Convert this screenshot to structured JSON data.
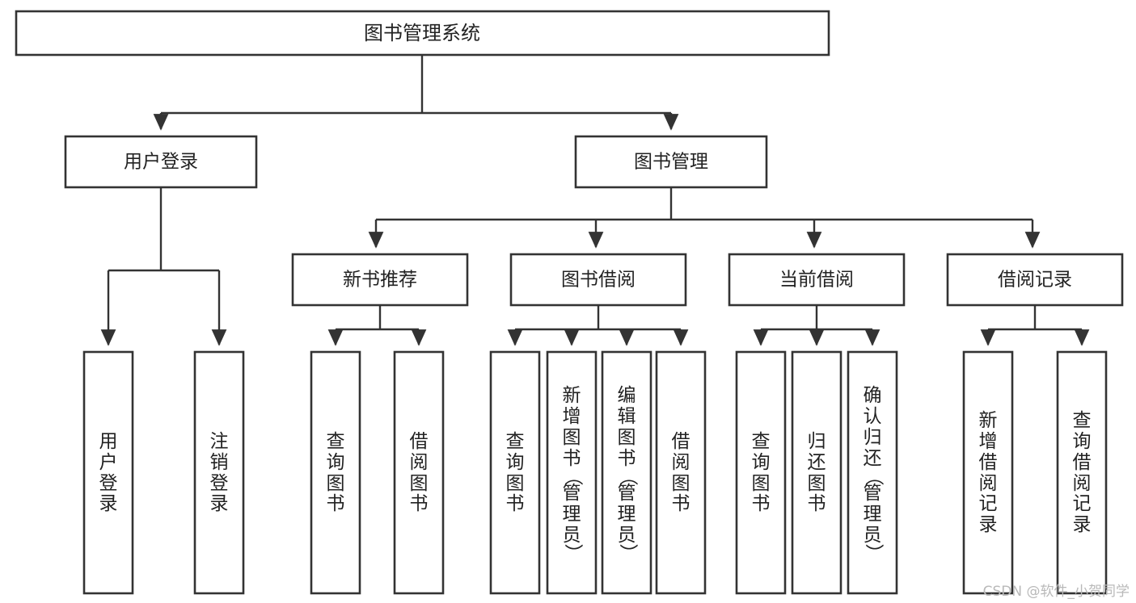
{
  "diagram": {
    "type": "tree-hierarchy-chart",
    "title": "图书管理系统",
    "watermark": "CSDN @软件_小贺同学",
    "colors": {
      "box_stroke": "#333333",
      "box_fill": "#ffffff",
      "text": "#222222",
      "connector": "#333333",
      "watermark": "#b9b9b9",
      "background": "#ffffff"
    },
    "levels": {
      "root": "图书管理系统",
      "level2": [
        "用户登录",
        "图书管理"
      ],
      "level3": [
        "新书推荐",
        "图书借阅",
        "当前借阅",
        "借阅记录"
      ]
    },
    "nodes": {
      "root": {
        "label": "图书管理系统",
        "orientation": "horizontal"
      },
      "user_login": {
        "label": "用户登录",
        "orientation": "horizontal"
      },
      "book_manage": {
        "label": "图书管理",
        "orientation": "horizontal"
      },
      "new_book_rec": {
        "label": "新书推荐",
        "orientation": "horizontal"
      },
      "book_borrow": {
        "label": "图书借阅",
        "orientation": "horizontal"
      },
      "current_borrow": {
        "label": "当前借阅",
        "orientation": "horizontal"
      },
      "borrow_record": {
        "label": "借阅记录",
        "orientation": "horizontal"
      },
      "leaf_user_login": {
        "label": "用户登录",
        "orientation": "vertical"
      },
      "leaf_logout": {
        "label": "注销登录",
        "orientation": "vertical"
      },
      "leaf_rec_query": {
        "label": "查询图书",
        "orientation": "vertical"
      },
      "leaf_rec_borrow": {
        "label": "借阅图书",
        "orientation": "vertical"
      },
      "leaf_borrow_query": {
        "label": "查询图书",
        "orientation": "vertical"
      },
      "leaf_borrow_add": {
        "label": "新增图书（管理员）",
        "orientation": "vertical"
      },
      "leaf_borrow_edit": {
        "label": "编辑图书（管理员）",
        "orientation": "vertical"
      },
      "leaf_borrow_lend": {
        "label": "借阅图书",
        "orientation": "vertical"
      },
      "leaf_cur_query": {
        "label": "查询图书",
        "orientation": "vertical"
      },
      "leaf_cur_return": {
        "label": "归还图书",
        "orientation": "vertical"
      },
      "leaf_cur_confirm": {
        "label": "确认归还（管理员）",
        "orientation": "vertical"
      },
      "leaf_rec_add": {
        "label": "新增借阅记录",
        "orientation": "vertical"
      },
      "leaf_rec_search": {
        "label": "查询借阅记录",
        "orientation": "vertical"
      }
    },
    "edges": [
      {
        "from": "图书管理系统",
        "to": "用户登录"
      },
      {
        "from": "图书管理系统",
        "to": "图书管理"
      },
      {
        "from": "用户登录",
        "to": "用户登录"
      },
      {
        "from": "用户登录",
        "to": "注销登录"
      },
      {
        "from": "图书管理",
        "to": "新书推荐"
      },
      {
        "from": "图书管理",
        "to": "图书借阅"
      },
      {
        "from": "图书管理",
        "to": "当前借阅"
      },
      {
        "from": "图书管理",
        "to": "借阅记录"
      },
      {
        "from": "新书推荐",
        "to": "查询图书"
      },
      {
        "from": "新书推荐",
        "to": "借阅图书"
      },
      {
        "from": "图书借阅",
        "to": "查询图书"
      },
      {
        "from": "图书借阅",
        "to": "新增图书（管理员）"
      },
      {
        "from": "图书借阅",
        "to": "编辑图书（管理员）"
      },
      {
        "from": "图书借阅",
        "to": "借阅图书"
      },
      {
        "from": "当前借阅",
        "to": "查询图书"
      },
      {
        "from": "当前借阅",
        "to": "归还图书"
      },
      {
        "from": "当前借阅",
        "to": "确认归还（管理员）"
      },
      {
        "from": "借阅记录",
        "to": "新增借阅记录"
      },
      {
        "from": "借阅记录",
        "to": "查询借阅记录"
      }
    ]
  }
}
